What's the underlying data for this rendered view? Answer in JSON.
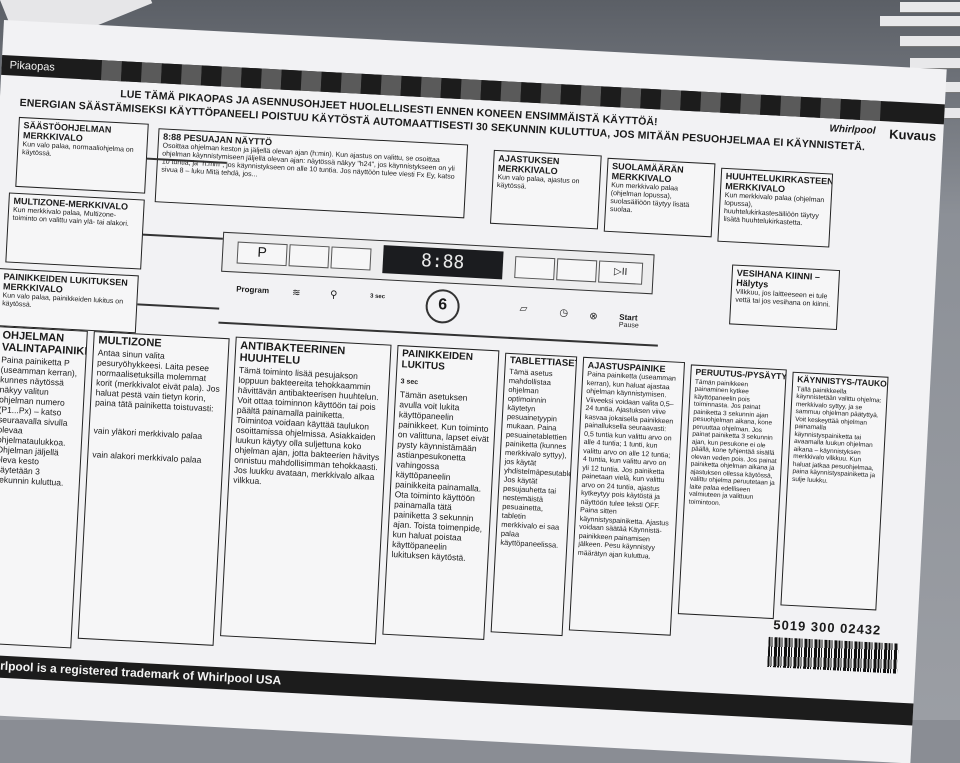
{
  "top_bar_title": "Pikaopas",
  "brand": "Whirlpool",
  "doc_label": "Kuvaus",
  "heading_line1": "LUE TÄMÄ PIKAOPAS JA ASENNUSOHJEET HUOLELLISESTI ENNEN KONEEN ENSIMMÄISTÄ KÄYTTÖÄ!",
  "heading_line2": "ENERGIAN SÄÄSTÄMISEKSI KÄYTTÖPANEELI POISTUU KÄYTÖSTÄ AUTOMAATTISESTI 30 SEKUNNIN KULUTTUA, JOS MITÄÄN PESUOHJELMAA EI KÄYNNISTETÄ.",
  "boxes": {
    "saasto": {
      "title": "SÄÄSTÖOHJELMAN MERKKIVALO",
      "text": "Kun valo palaa, normaaliohjelma on käytössä."
    },
    "multizone_led": {
      "title": "MULTIZONE-MERKKIVALO",
      "text": "Kun merkkivalo palaa, Multizone-toiminto on valittu vain ylä- tai alakori."
    },
    "lukitus_led": {
      "title": "PAINIKKEIDEN LUKITUKSEN MERKKIVALO",
      "text": "Kun valo palaa, painikkeiden lukitus on käytössä."
    },
    "naytto": {
      "title": "8:88 PESUAJAN NÄYTTÖ",
      "text": "Osoittaa ohjelman keston ja jäljellä olevan ajan (h:min). Kun ajastus on valittu, se osoittaa ohjelman käynnistymiseen jäljellä olevan ajan: näytössä näkyy \"h24\", jos käynnistykseen on yli 10 tuntia, ja \"h:mm\", jos käynnistykseen on alle 10 tuntia. Jos näyttöön tulee viesti Fx Ey, katso sivua 8 – luku Mitä tehdä, jos..."
    },
    "ajastus_led": {
      "title": "AJASTUKSEN MERKKIVALO",
      "text": "Kun valo palaa, ajastus on käytössä."
    },
    "suola": {
      "title": "SUOLAMÄÄRÄN MERKKIVALO",
      "text": "Kun merkkivalo palaa (ohjelman lopussa), suolasäiliöön täytyy lisätä suolaa."
    },
    "huuhtelu": {
      "title": "HUUHTELUKIRKASTEEN MERKKIVALO",
      "text": "Kun merkkivalo palaa (ohjelman lopussa), huuhtelukirkastesäiliöön täytyy lisätä huuhtelukirkastetta."
    },
    "vesihana": {
      "title": "VESIHANA KIINNI – Hälytys",
      "text": "Vilkkuu, jos laitteeseen ei tule vettä tai jos vesihana on kiinni."
    },
    "ohjelman": {
      "title": "OHJELMAN VALINTAPAINIKE",
      "text": "Paina painiketta P (useamman kerran), kunnes näytössä näkyy valitun ohjelman numero (P1...Px) – katso seuraavalla sivulla olevaa ohjelmataulukkoa. Ohjelman jäljellä oleva kesto näytetään 3 sekunnin kuluttua."
    },
    "multizone": {
      "title": "MULTIZONE",
      "text": "Antaa sinun valita pesuryöhykkeesi. Laita pesee normaalisetuksilla molemmat korit (merkkivalot eivät pala). Jos haluat pestä vain tietyn korin, paina tätä painiketta toistuvasti:",
      "upper": "vain yläkori merkkivalo palaa",
      "lower": "vain alakori merkkivalo palaa"
    },
    "antibak": {
      "title": "ANTIBAKTEERINEN HUUHTELU",
      "text": "Tämä toiminto lisää pesujakson loppuun bakteereita tehokkaammin hävittävän antibakteerisen huuhtelun. Voit ottaa toiminnon käyttöön tai pois päältä painamalla painiketta. Toimintoa voidaan käyttää taulukon osoittamissa ohjelmissa. Asiakkaiden luukun käytyy olla suljettuna koko ohjelman ajan, jotta bakteerien hävitys onnistuu mahdollisimman tehokkaasti. Jos luukku avataan, merkkivalo alkaa vilkkua."
    },
    "lukitus": {
      "title": "PAINIKKEIDEN LUKITUS",
      "sec": "3 sec",
      "text": "Tämän asetuksen avulla voit lukita käyttöpaneelin painikkeet. Kun toiminto on valittuna, lapset eivät pysty käynnistämään astianpesukonetta vahingossa käyttöpaneelin painikkeita painamalla. Ota toiminto käyttöön painamalla tätä painiketta 3 sekunnin ajan. Toista toimenpide, kun haluat poistaa käyttöpaneelin lukituksen käytöstä."
    },
    "tabletti": {
      "title": "TABLETTIASETUS",
      "text": "Tämä asetus mahdollistaa ohjelman optimoinnin käytetyn pesuainetyypin mukaan. Paina pesuainetablettien painiketta (kunnes merkkivalo syttyy), jos käytät yhdistelmäpesutabletteja. Jos käytät pesujauhetta tai nestemäistä pesuainetta, tabletin merkkivalo ei saa palaa käyttöpaneelissa."
    },
    "ajastus": {
      "title": "AJASTUSPAINIKE",
      "text": "Paina painiketta (useamman kerran), kun haluat ajastaa ohjelman käynnistymisen. Viiveeksi voidaan valita 0,5–24 tuntia. Ajastuksen viive kasvaa jokaisella painikkeen painalluksella seuraavasti: 0,5 tuntia kun valittu arvo on alle 4 tuntia; 1 tunti, kun valittu arvo on alle 12 tuntia; 4 tuntia, kun valittu arvo on yli 12 tuntia. Jos painiketta painetaan vielä, kun valittu arvo on 24 tuntia, ajastus kytkeytyy pois käytöstä ja näyttöön tulee teksti OFF. Paina sitten käynnistyspainiketta. Ajastus voidaan säätää Käynnistä-painikkeen painamisen jälkeen. Pesu käynnistyy määrätyn ajan kuluttua."
    },
    "peruutus": {
      "title": "PERUUTUS-/PYSÄYTYSPAINIKE",
      "text": "Tämän painikkeen painaminen kytkee käyttöpaneelin pois toiminnasta. Jos painat painiketta 3 sekunnin ajan pesuohjelman aikana, kone peruuttaa ohjelman. Jos painat painiketta 3 sekunnin ajan, kun pesukone ei ole päällä, kone tyhjentää sisällä olevan veden pois. Jos painat painiketta ohjelman aikana ja ajastuksen ollessa käytössä, valittu ohjelma peruutetaan ja laite palaa edelliseen valmiuteen ja valittuun toimintoon."
    },
    "kaynnistys": {
      "title": "KÄYNNISTYS-/TAUKO-/JATKAMISPAINIKE",
      "text": "Tällä painikkeella käynnistetään valittu ohjelma: merkkivalo syttyy, ja se sammuu ohjelman päätyttyä. Voit keskeyttää ohjelman painamalla käynnistyspainiketta tai avaamalla luukun ohjelman aikana – käynnistyksen merkkivalo vilkkuu. Kun haluat jatkaa pesuohjelmaa, paina käynnistyspainiketta ja sulje luukku."
    }
  },
  "panel": {
    "p_button": "P",
    "display": "8:88",
    "sixth_sense": "6",
    "program_label": "Program",
    "sec_label": "3 sec",
    "start_label": "Start",
    "pause_label": "Pause",
    "play_glyph": "▷II"
  },
  "product_code": "5019 300 02432",
  "footer": "Whirlpool is a registered trademark of Whirlpool USA"
}
